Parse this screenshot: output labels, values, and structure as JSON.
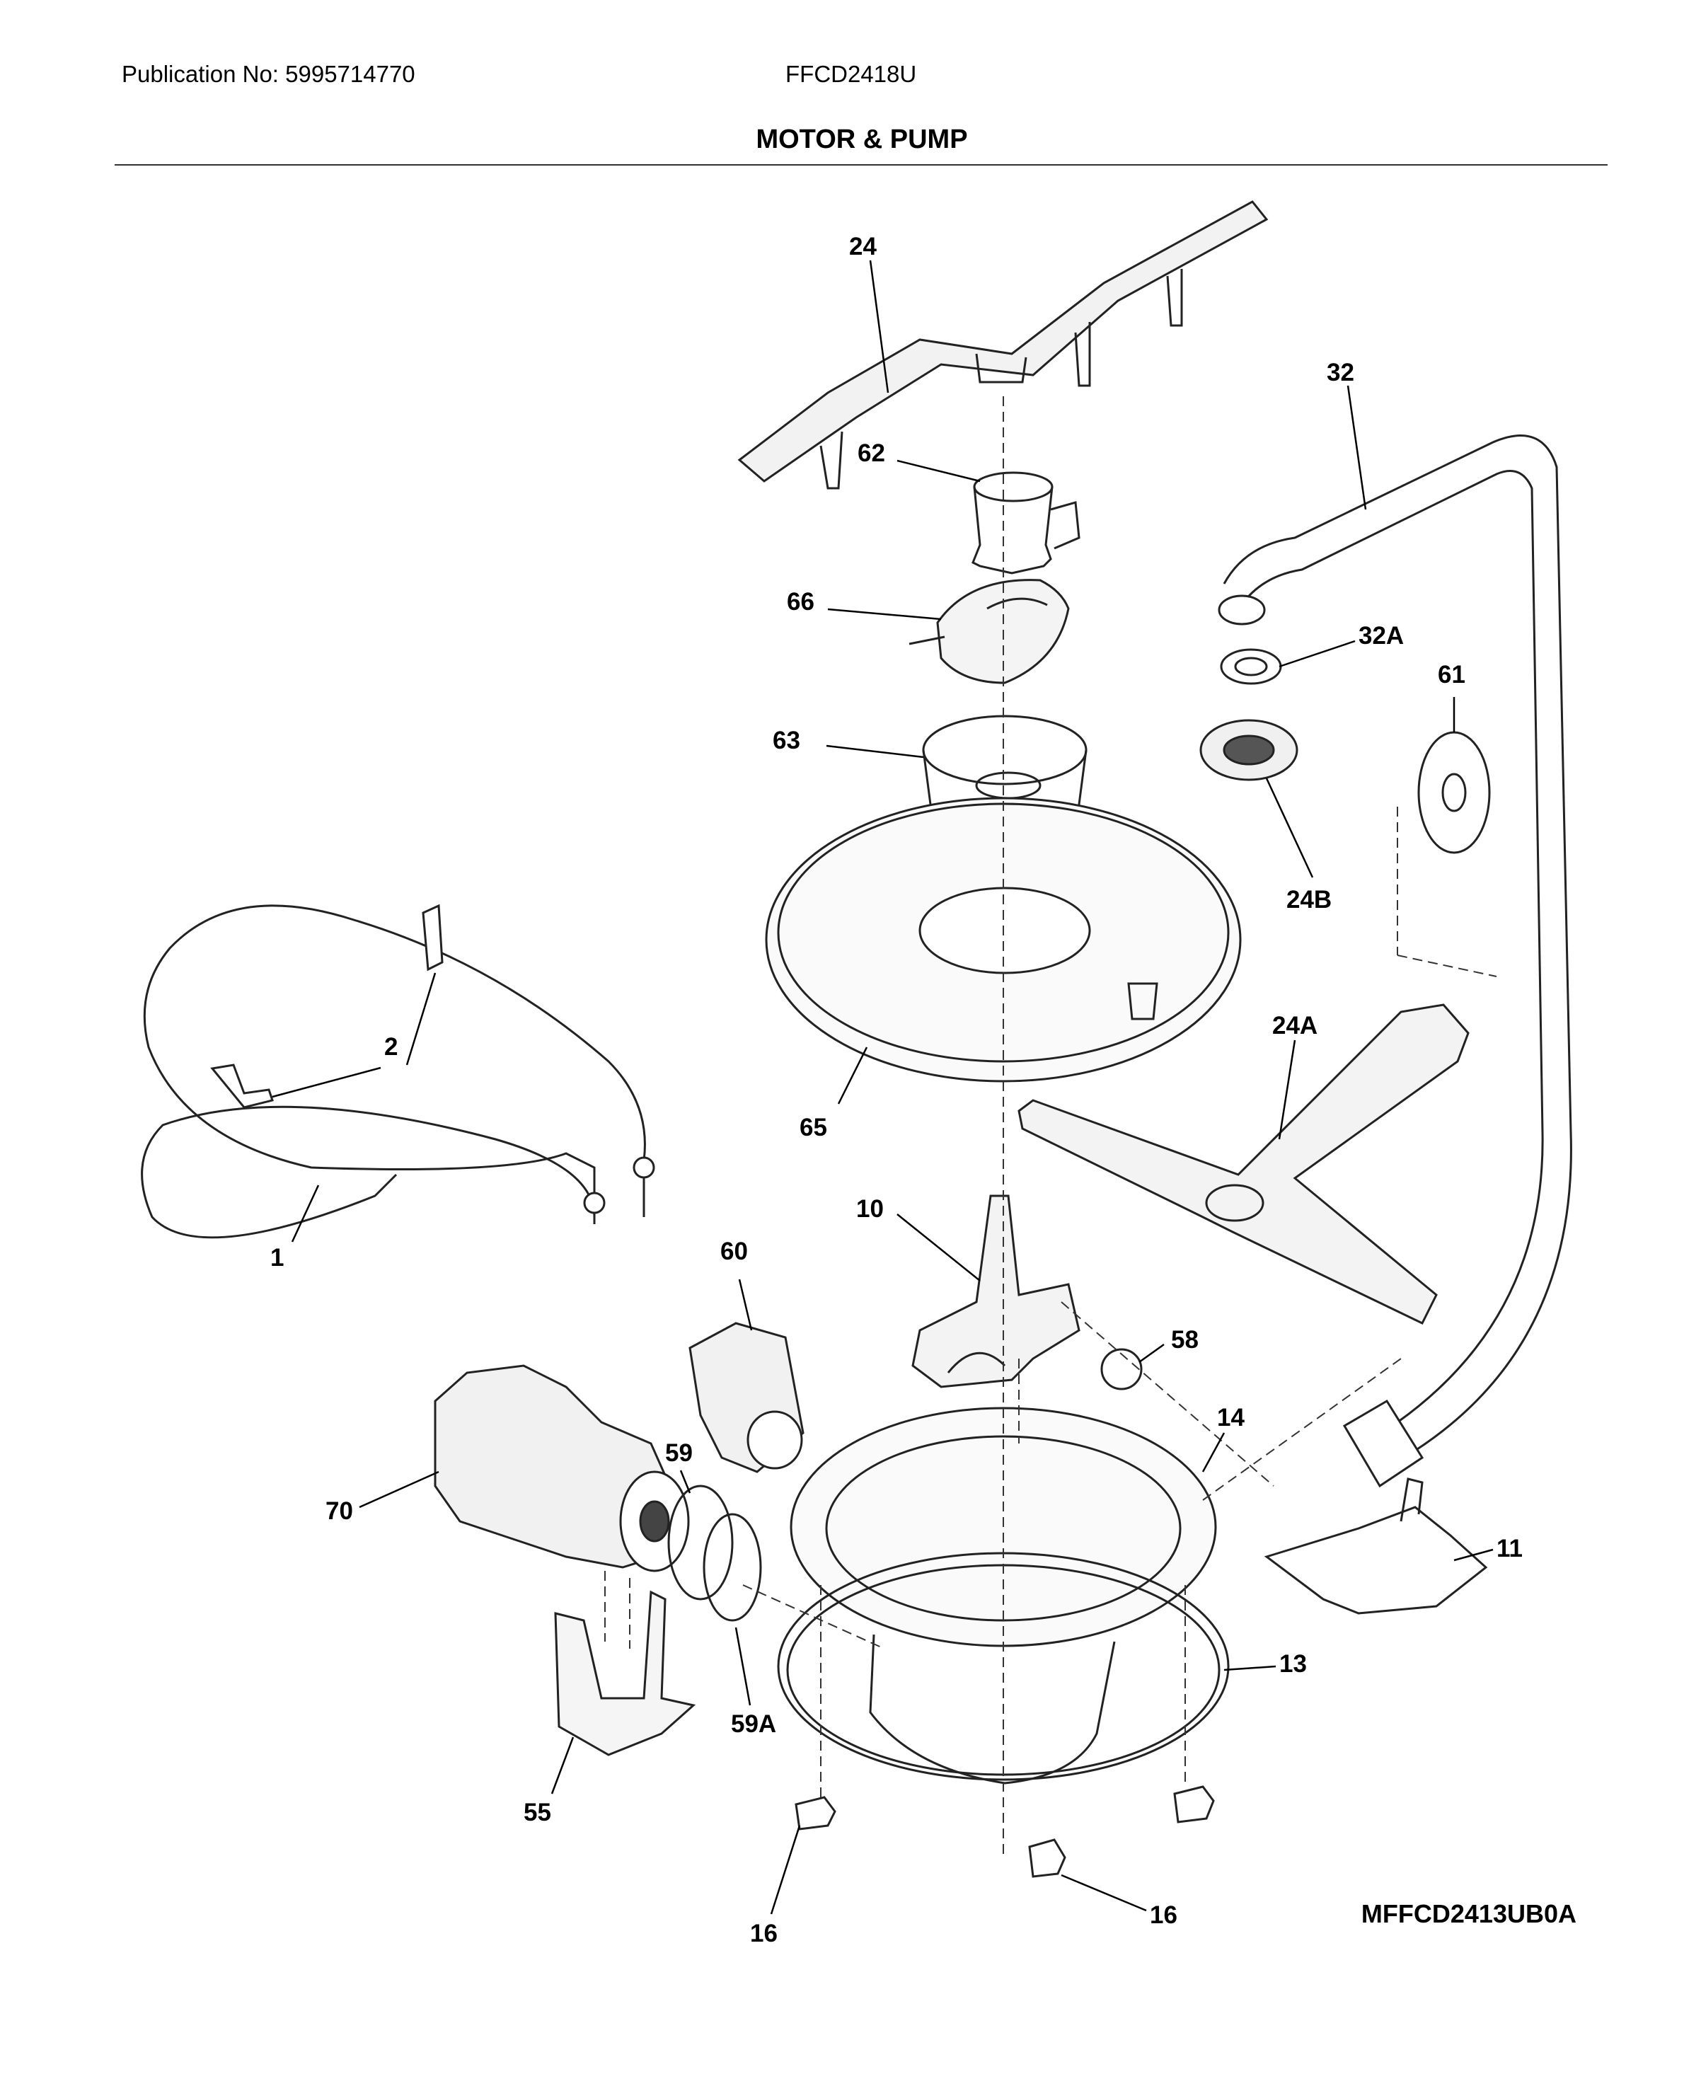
{
  "header": {
    "publication": "Publication No: 5995714770",
    "model": "FFCD2418U",
    "section_title": "MOTOR & PUMP"
  },
  "footer": {
    "diagram_code": "MFFCD2413UB0A"
  },
  "parts": [
    {
      "id": "p24",
      "label": "24"
    },
    {
      "id": "p32",
      "label": "32"
    },
    {
      "id": "p62",
      "label": "62"
    },
    {
      "id": "p66",
      "label": "66"
    },
    {
      "id": "p32A",
      "label": "32A"
    },
    {
      "id": "p61",
      "label": "61"
    },
    {
      "id": "p63",
      "label": "63"
    },
    {
      "id": "p24B",
      "label": "24B"
    },
    {
      "id": "p2",
      "label": "2"
    },
    {
      "id": "p24A",
      "label": "24A"
    },
    {
      "id": "p65",
      "label": "65"
    },
    {
      "id": "p1",
      "label": "1"
    },
    {
      "id": "p10",
      "label": "10"
    },
    {
      "id": "p60",
      "label": "60"
    },
    {
      "id": "p58",
      "label": "58"
    },
    {
      "id": "p14",
      "label": "14"
    },
    {
      "id": "p59",
      "label": "59"
    },
    {
      "id": "p70",
      "label": "70"
    },
    {
      "id": "p11",
      "label": "11"
    },
    {
      "id": "p13",
      "label": "13"
    },
    {
      "id": "p59A",
      "label": "59A"
    },
    {
      "id": "p55",
      "label": "55"
    },
    {
      "id": "p16a",
      "label": "16"
    },
    {
      "id": "p16b",
      "label": "16"
    }
  ]
}
